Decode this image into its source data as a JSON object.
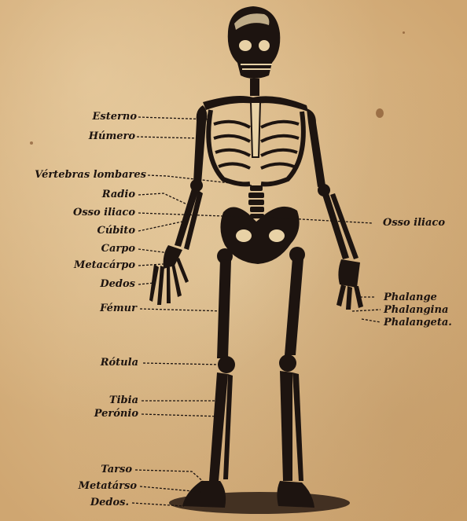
{
  "labels_left": [
    {
      "id": "esterno",
      "text": "Esterno"
    },
    {
      "id": "humero",
      "text": "Húmero"
    },
    {
      "id": "vertebras",
      "text": "Vértebras lombares"
    },
    {
      "id": "radio",
      "text": "Radio"
    },
    {
      "id": "osso-iliaco-left",
      "text": "Osso iliaco"
    },
    {
      "id": "cubito",
      "text": "Cúbito"
    },
    {
      "id": "carpo",
      "text": "Carpo"
    },
    {
      "id": "metacarpo",
      "text": "Metacárpo"
    },
    {
      "id": "dedos-mao",
      "text": "Dedos"
    },
    {
      "id": "femur",
      "text": "Fémur"
    },
    {
      "id": "rotula",
      "text": "Rótula"
    },
    {
      "id": "tibia",
      "text": "Tibia"
    },
    {
      "id": "peronio",
      "text": "Perónio"
    },
    {
      "id": "tarso",
      "text": "Tarso"
    },
    {
      "id": "metatarso",
      "text": "Metatárso"
    },
    {
      "id": "dedos-pe",
      "text": "Dedos."
    }
  ],
  "labels_right": [
    {
      "id": "osso-iliaco-right",
      "text": "Osso iliaco"
    },
    {
      "id": "phalange",
      "text": "Phalange"
    },
    {
      "id": "phalangina",
      "text": "Phalangina"
    },
    {
      "id": "phalangeta",
      "text": "Phalangeta."
    }
  ],
  "colors": {
    "paper": "#d9b98a",
    "ink": "#1d1410"
  }
}
